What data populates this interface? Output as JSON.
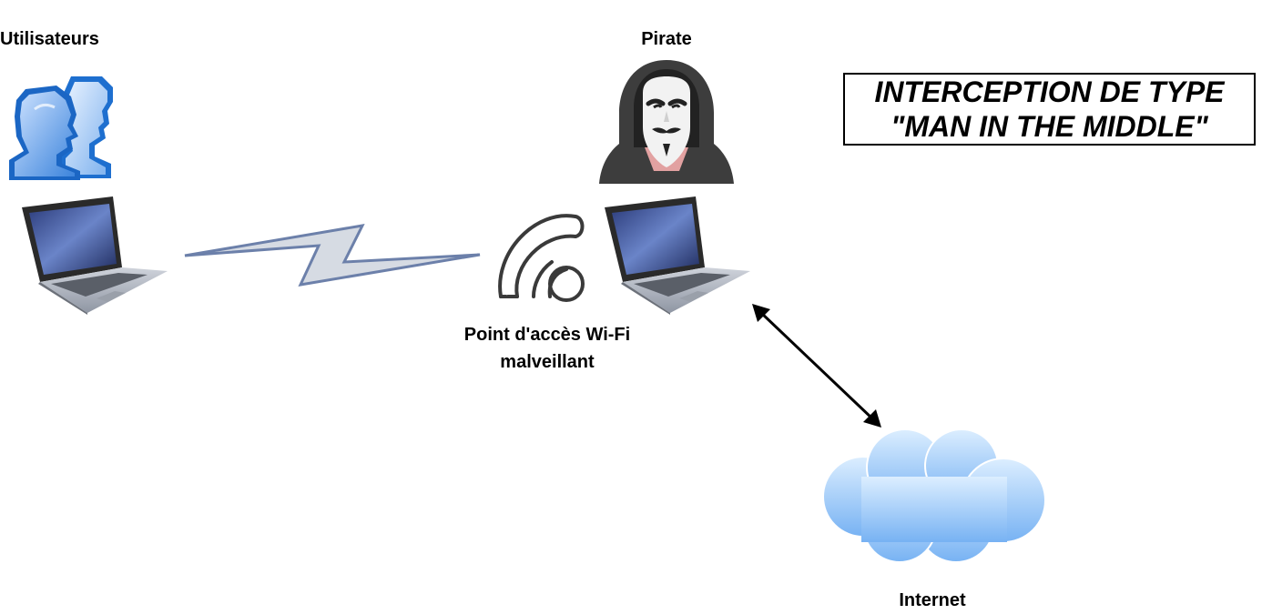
{
  "title": {
    "line1": "INTERCEPTION DE TYPE",
    "line2": "\"MAN IN THE MIDDLE\""
  },
  "nodes": {
    "users": {
      "label": "Utilisateurs",
      "icon": "users-icon"
    },
    "pirate": {
      "label": "Pirate",
      "icon": "hacker-icon"
    },
    "access_point": {
      "label_line1": "Point d'accès Wi-Fi",
      "label_line2": "malveillant",
      "icon": "wifi-icon"
    },
    "internet": {
      "label": "Internet",
      "icon": "cloud-icon"
    }
  },
  "connections": [
    {
      "from": "users",
      "to": "access_point",
      "type": "wireless-bolt"
    },
    {
      "from": "pirate",
      "to": "internet",
      "type": "double-arrow"
    }
  ],
  "colors": {
    "bolt_fill": "#d6dbe3",
    "bolt_stroke": "#6c80aa",
    "cloud_light": "#d9ecff",
    "cloud_dark": "#79b4f4",
    "users_blue": "#1f6fd1"
  }
}
